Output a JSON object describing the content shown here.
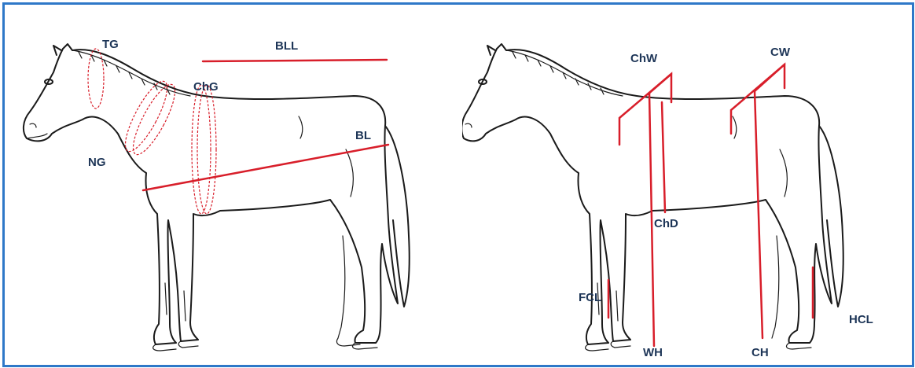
{
  "left_panel": {
    "labels": {
      "tg": "TG",
      "bll": "BLL",
      "chg": "ChG",
      "bl": "BL",
      "ng": "NG"
    }
  },
  "right_panel": {
    "labels": {
      "chw": "ChW",
      "cw": "CW",
      "chd": "ChD",
      "fcl": "FCL",
      "wh": "WH",
      "ch": "CH",
      "hcl": "HCL"
    }
  },
  "colors": {
    "frame": "#2e78c8",
    "measure_line": "#d81e2a",
    "label_text": "#1d3557",
    "outline": "#1a1a1a"
  }
}
